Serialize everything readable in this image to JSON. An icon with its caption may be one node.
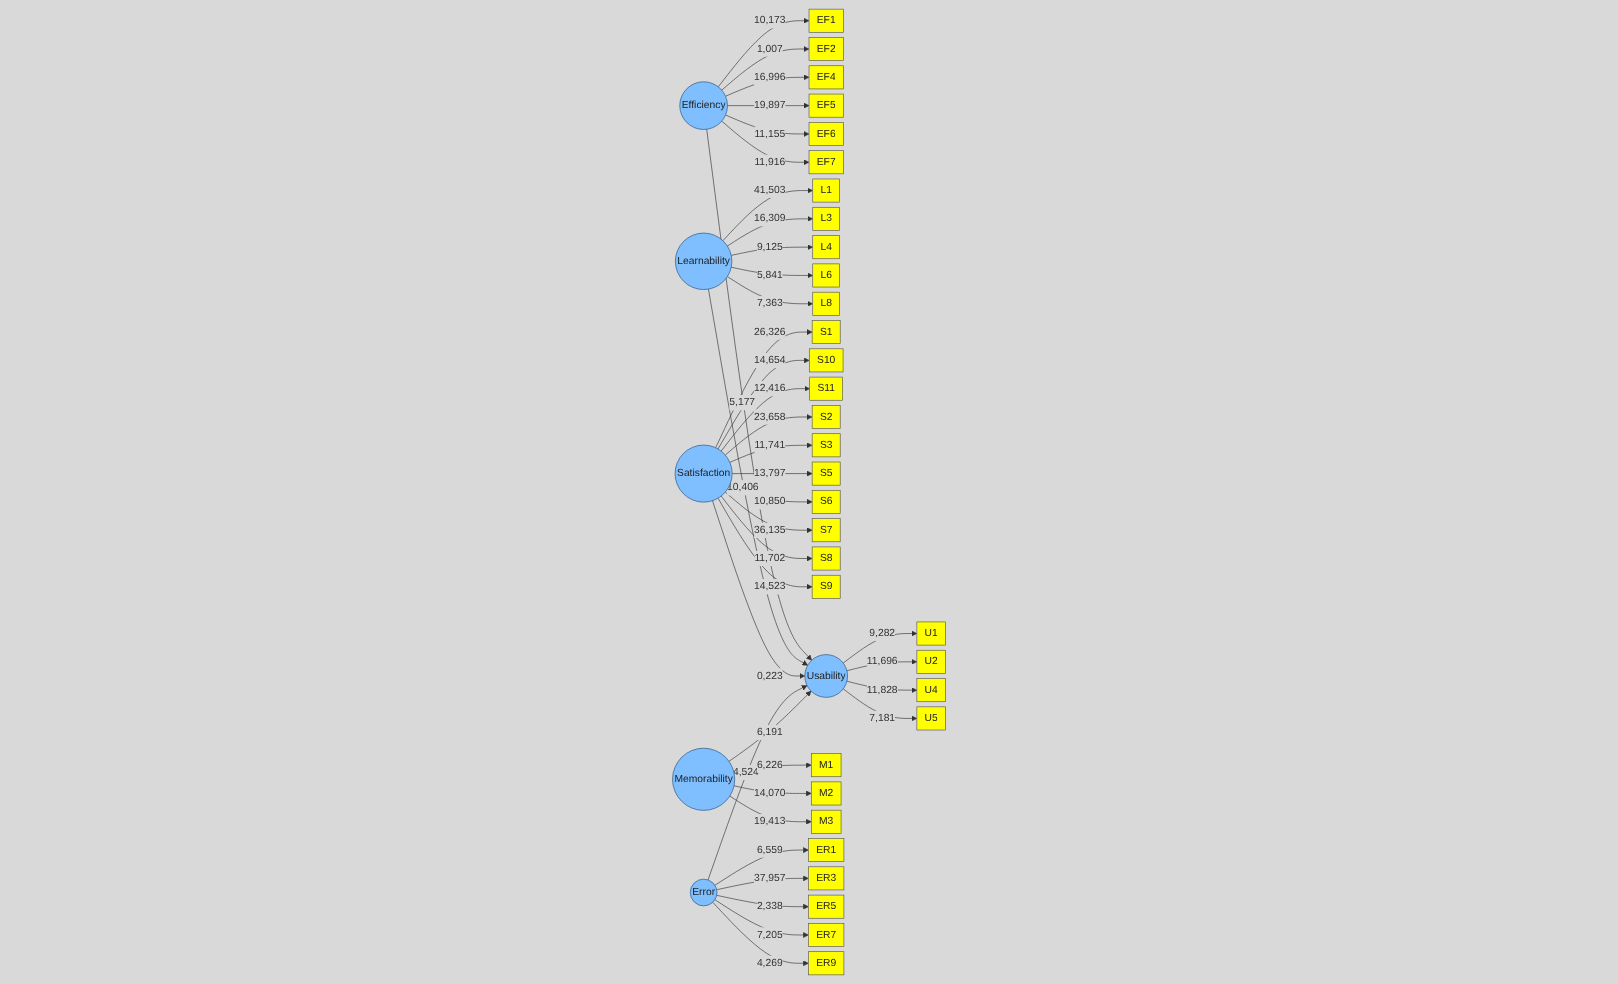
{
  "diagram": {
    "nodes": [
      {
        "text": [
          "EF1"
        ]
      },
      {
        "text": [
          "EF2"
        ]
      },
      {
        "text": [
          "EF4"
        ]
      },
      {
        "text": [
          "EF5"
        ]
      },
      {
        "text": [
          "EF6"
        ]
      },
      {
        "text": [
          "EF7"
        ]
      },
      {
        "text": [
          "Efficiency"
        ]
      },
      {
        "text": [
          "L1"
        ]
      },
      {
        "text": [
          "L3"
        ]
      },
      {
        "text": [
          "L4"
        ]
      },
      {
        "text": [
          "L6"
        ]
      },
      {
        "text": [
          "L8"
        ]
      },
      {
        "text": [
          "Learnability"
        ]
      },
      {
        "text": [
          "S1"
        ]
      },
      {
        "text": [
          "S10"
        ]
      },
      {
        "text": [
          "S11"
        ]
      },
      {
        "text": [
          "S2"
        ]
      },
      {
        "text": [
          "S3"
        ]
      },
      {
        "text": [
          "S5"
        ]
      },
      {
        "text": [
          "S6"
        ]
      },
      {
        "text": [
          "S7"
        ]
      },
      {
        "text": [
          "S8"
        ]
      },
      {
        "text": [
          "S9"
        ]
      },
      {
        "text": [
          "Satisfaction"
        ]
      },
      {
        "text": [
          "Usability"
        ]
      },
      {
        "text": [
          "U1"
        ]
      },
      {
        "text": [
          "U2"
        ]
      },
      {
        "text": [
          "U4"
        ]
      },
      {
        "text": [
          "U5"
        ]
      },
      {
        "text": [
          "Memorability"
        ]
      },
      {
        "text": [
          "Error"
        ]
      },
      {
        "text": [
          "M1"
        ]
      },
      {
        "text": [
          "M2"
        ]
      },
      {
        "text": [
          "M3"
        ]
      },
      {
        "text": [
          "ER1"
        ]
      },
      {
        "text": [
          "ER3"
        ]
      },
      {
        "text": [
          "ER5"
        ]
      },
      {
        "text": [
          "ER7"
        ]
      },
      {
        "text": [
          "ER9"
        ]
      }
    ],
    "edges": [
      {
        "from": 6,
        "to": 0,
        "arrow": "to",
        "label": "10,173"
      },
      {
        "from": 6,
        "to": 1,
        "arrow": "to",
        "label": "1,007"
      },
      {
        "from": 6,
        "to": 2,
        "arrow": "to",
        "label": "16,996"
      },
      {
        "from": 6,
        "to": 3,
        "arrow": "to",
        "label": "19,897"
      },
      {
        "from": 6,
        "to": 4,
        "arrow": "to",
        "label": "11,155"
      },
      {
        "from": 6,
        "to": 5,
        "arrow": "to",
        "label": "11,916"
      },
      {
        "from": 12,
        "to": 7,
        "arrow": "to",
        "label": "41,503"
      },
      {
        "from": 12,
        "to": 8,
        "arrow": "to",
        "label": "16,309"
      },
      {
        "from": 12,
        "to": 9,
        "arrow": "to",
        "label": "9,125"
      },
      {
        "from": 12,
        "to": 10,
        "arrow": "to",
        "label": "5,841"
      },
      {
        "from": 12,
        "to": 11,
        "arrow": "to",
        "label": "7,363"
      },
      {
        "from": 23,
        "to": 13,
        "arrow": "to",
        "label": "26,326"
      },
      {
        "from": 23,
        "to": 14,
        "arrow": "to",
        "label": "14,654"
      },
      {
        "from": 23,
        "to": 15,
        "arrow": "to",
        "label": "12,416"
      },
      {
        "from": 23,
        "to": 16,
        "arrow": "to",
        "label": "23,658"
      },
      {
        "from": 23,
        "to": 17,
        "arrow": "to",
        "label": "11,741"
      },
      {
        "from": 23,
        "to": 18,
        "arrow": "to",
        "label": "13,797"
      },
      {
        "from": 23,
        "to": 19,
        "arrow": "to",
        "label": "10,850"
      },
      {
        "from": 23,
        "to": 20,
        "arrow": "to",
        "label": "36,135"
      },
      {
        "from": 23,
        "to": 21,
        "arrow": "to",
        "label": "11,702"
      },
      {
        "from": 23,
        "to": 22,
        "arrow": "to",
        "label": "14,523"
      },
      {
        "from": 6,
        "to": 24,
        "arrow": "to",
        "label": "5,177"
      },
      {
        "from": 12,
        "to": 24,
        "arrow": "to",
        "label": "10,406"
      },
      {
        "from": 23,
        "to": 24,
        "arrow": "to",
        "label": "0,223"
      },
      {
        "from": 30,
        "to": 24,
        "arrow": "to",
        "label": "4,524"
      },
      {
        "from": 29,
        "to": 24,
        "arrow": "to",
        "label": "6,191"
      },
      {
        "from": 24,
        "to": 25,
        "arrow": "to",
        "label": "9,282"
      },
      {
        "from": 24,
        "to": 26,
        "arrow": "to",
        "label": "11,696"
      },
      {
        "from": 24,
        "to": 27,
        "arrow": "to",
        "label": "11,828"
      },
      {
        "from": 24,
        "to": 28,
        "arrow": "to",
        "label": "7,181"
      },
      {
        "from": 29,
        "to": 31,
        "arrow": "to",
        "label": "6,226"
      },
      {
        "from": 29,
        "to": 32,
        "arrow": "to",
        "label": "14,070"
      },
      {
        "from": 29,
        "to": 33,
        "arrow": "to",
        "label": "19,413"
      },
      {
        "from": 30,
        "to": 34,
        "arrow": "to",
        "label": "6,559"
      },
      {
        "from": 30,
        "to": 35,
        "arrow": "to",
        "label": "37,957"
      },
      {
        "from": 30,
        "to": 36,
        "arrow": "to",
        "label": "2,338"
      },
      {
        "from": 30,
        "to": 37,
        "arrow": "to",
        "label": "7,205"
      },
      {
        "from": 30,
        "to": 38,
        "arrow": "to",
        "label": "4,269"
      }
    ]
  }
}
